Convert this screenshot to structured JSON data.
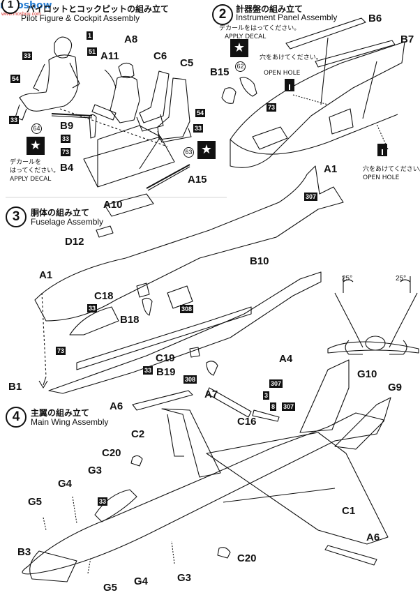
{
  "watermark": {
    "site": "meoshow",
    "url": "www.moshou.com"
  },
  "steps": [
    {
      "number": "1",
      "title_jp": "パイロットとコックピットの組み立て",
      "title_en": "Pilot Figure & Cockpit Assembly"
    },
    {
      "number": "2",
      "title_jp": "計器盤の組み立て",
      "title_en": "Instrument Panel Assembly"
    },
    {
      "number": "3",
      "title_jp": "胴体の組み立て",
      "title_en": "Fuselage Assembly"
    },
    {
      "number": "4",
      "title_jp": "主翼の組み立て",
      "title_en": "Main Wing Assembly"
    }
  ],
  "notes": {
    "decal_jp": "デカールをはってください。",
    "decal_jp_2": "デカールを",
    "decal_jp_3": "はってください。",
    "decal_en": "APPLY DECAL",
    "hole_jp": "穴をあけてください。",
    "hole_en": "OPEN HOLE"
  },
  "angles": {
    "left": "25°",
    "right": "25°"
  },
  "parts": {
    "A8": "A8",
    "A11": "A11",
    "C6": "C6",
    "C5": "C5",
    "B9": "B9",
    "B4": "B4",
    "B6": "B6",
    "B7": "B7",
    "B15": "B15",
    "A1": "A1",
    "A15": "A15",
    "A10": "A10",
    "D12": "D12",
    "B10": "B10",
    "C18": "C18",
    "B18": "B18",
    "C19": "C19",
    "B19": "B19",
    "A4": "A4",
    "B1": "B1",
    "A7": "A7",
    "G10": "G10",
    "G9": "G9",
    "A6": "A6",
    "C16": "C16",
    "C2": "C2",
    "C20": "C20",
    "G3": "G3",
    "G4": "G4",
    "G5": "G5",
    "C1": "C1",
    "B3": "B3"
  },
  "tags": {
    "t1": "1",
    "t3": "3",
    "t8": "8",
    "t33": "33",
    "t51": "51",
    "t54": "54",
    "t73": "73",
    "t307": "307",
    "t308": "308"
  },
  "circles": {
    "c62": "62",
    "c63": "63",
    "c64": "64"
  }
}
